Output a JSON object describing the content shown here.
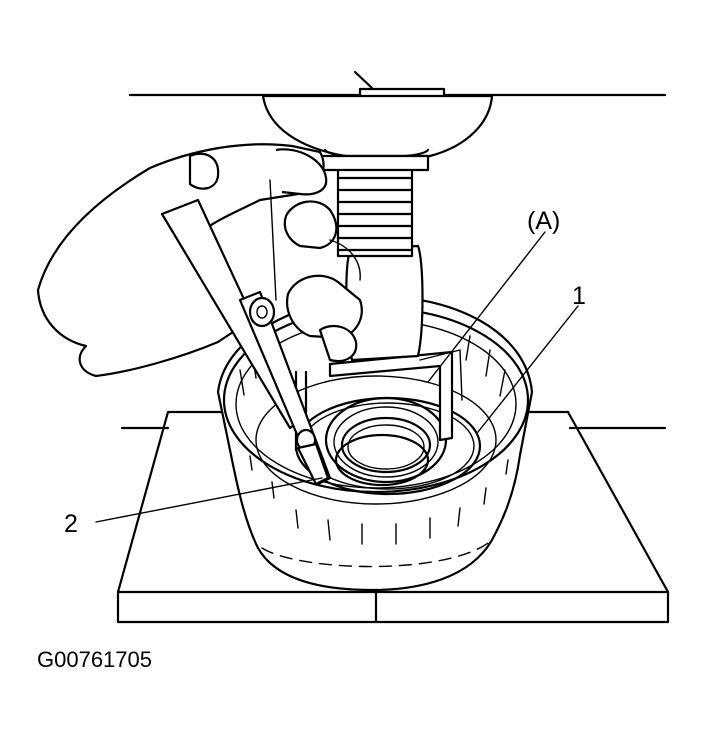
{
  "labels": {
    "part_a": "(A)",
    "part_1": "1",
    "part_2": "2"
  },
  "figure_code": "G00761705",
  "colors": {
    "ink": "#000000",
    "paper": "#ffffff"
  }
}
